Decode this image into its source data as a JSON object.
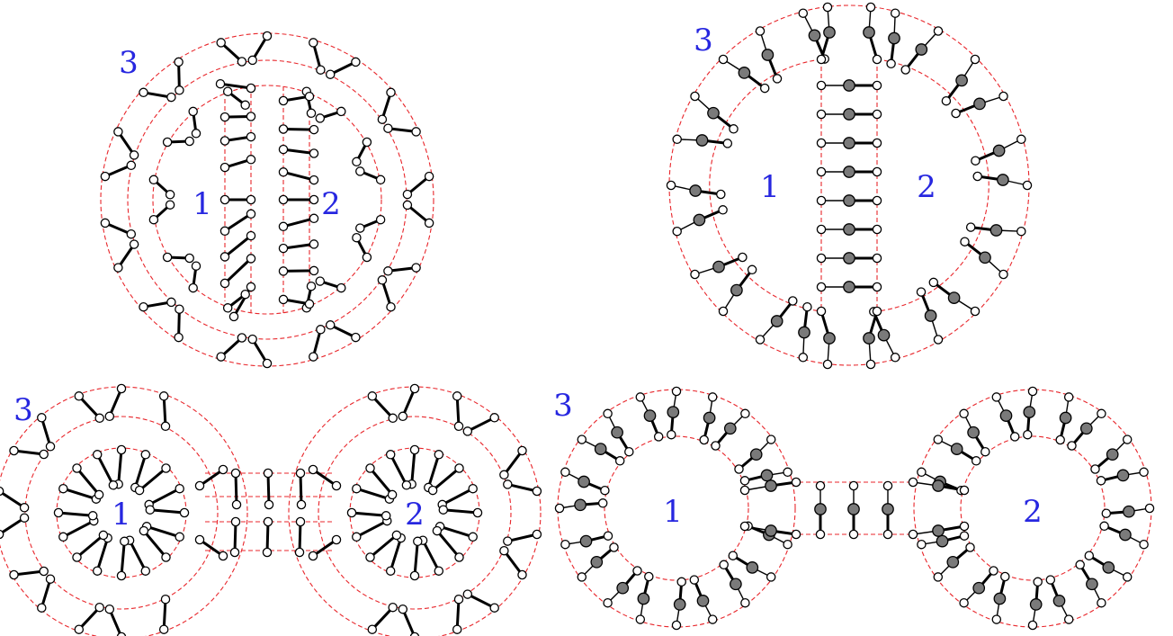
{
  "colors": {
    "guide_line": "#e8262b",
    "label": "#2727e0",
    "bond": "#000000",
    "hollow_atom_fill": "#ffffff",
    "filled_atom_fill": "#7a7a7a"
  },
  "panels": [
    {
      "id": "top-left",
      "labels": {
        "one": "1",
        "two": "2",
        "three": "3"
      }
    },
    {
      "id": "top-right",
      "labels": {
        "one": "1",
        "two": "2",
        "three": "3"
      }
    },
    {
      "id": "bottom-left",
      "labels": {
        "one": "1",
        "two": "2",
        "three": "3"
      }
    },
    {
      "id": "bottom-right",
      "labels": {
        "one": "1",
        "two": "2",
        "three": "3"
      }
    }
  ]
}
